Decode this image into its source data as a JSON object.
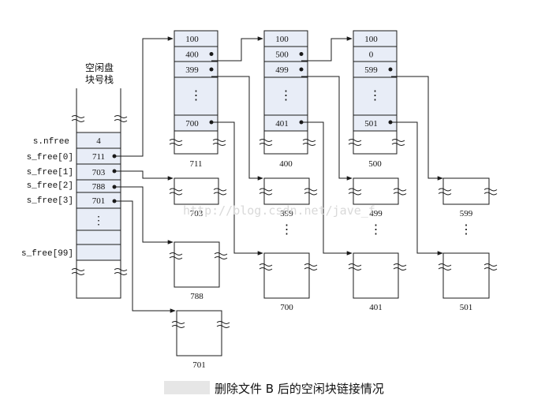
{
  "stack": {
    "title_line1": "空闲盘",
    "title_line2": "块号栈",
    "labels": [
      "s.nfree",
      "s_free[0]",
      "s_free[1]",
      "s_free[2]",
      "s_free[3]",
      "s_free[99]"
    ],
    "values": [
      "4",
      "711",
      "703",
      "788",
      "701"
    ],
    "dots": "⋮"
  },
  "blocks": [
    {
      "id": "711",
      "entries": [
        "100",
        "400",
        "399",
        "⋮",
        "700"
      ]
    },
    {
      "id": "400",
      "entries": [
        "100",
        "500",
        "499",
        "⋮",
        "401"
      ]
    },
    {
      "id": "500",
      "entries": [
        "100",
        "0",
        "599",
        "⋮",
        "501"
      ]
    }
  ],
  "free_blocks": [
    "703",
    "788",
    "701",
    "399",
    "499",
    "599",
    "700",
    "401",
    "501"
  ],
  "vdots": "⋮",
  "watermark": "http://blog.csdn.net/jave_f",
  "caption": "删除文件 B 后的空闲块链接情况",
  "colors": {
    "cell_fill": "#e8edf7",
    "line": "#1a1a1a"
  }
}
